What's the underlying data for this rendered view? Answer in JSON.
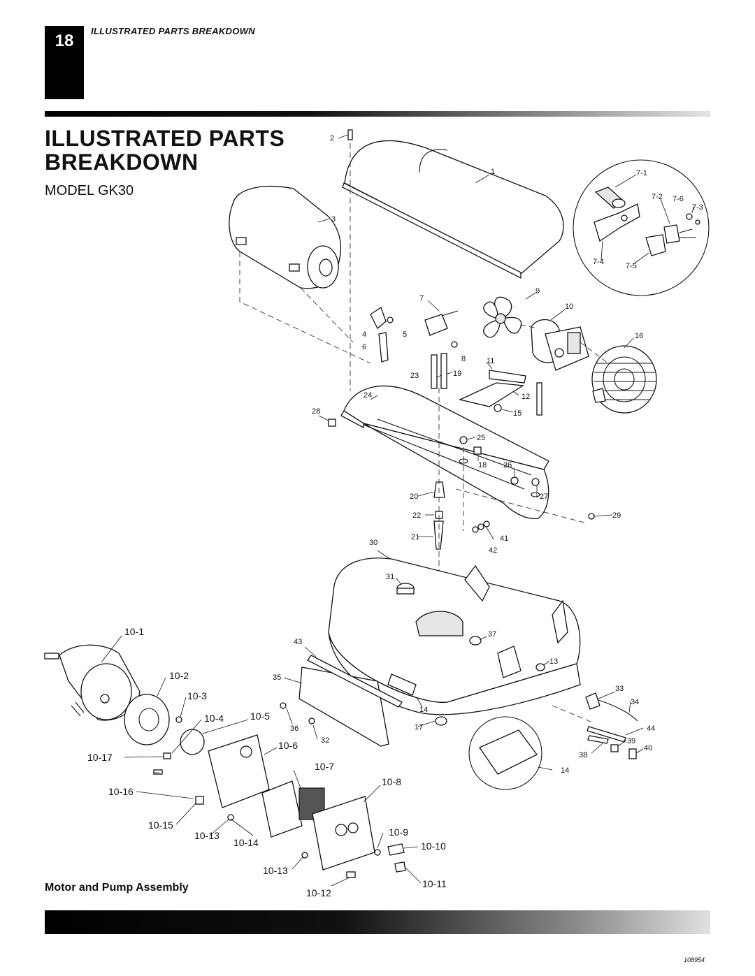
{
  "page": {
    "number": "18",
    "header": "ILLUSTRATED PARTS BREAKDOWN",
    "title": "ILLUSTRATED PARTS BREAKDOWN",
    "model": "MODEL GK30",
    "section_caption": "Motor and Pump Assembly",
    "figure_number": "108954"
  },
  "labels": {
    "main": [
      "1",
      "2",
      "3",
      "4",
      "5",
      "6",
      "7",
      "8",
      "9",
      "10",
      "11",
      "12",
      "13",
      "14",
      "14",
      "14",
      "15",
      "16",
      "17",
      "18",
      "19",
      "20",
      "21",
      "22",
      "23",
      "24",
      "25",
      "26",
      "27",
      "28",
      "29",
      "30",
      "31",
      "32",
      "33",
      "34",
      "35",
      "36",
      "37",
      "38",
      "39",
      "40",
      "41",
      "42",
      "43",
      "44"
    ],
    "inset": [
      "7-1",
      "7-2",
      "7-3",
      "7-4",
      "7-5",
      "7-6"
    ],
    "motor_pump": [
      "10-1",
      "10-2",
      "10-3",
      "10-4",
      "10-5",
      "10-6",
      "10-7",
      "10-8",
      "10-9",
      "10-10",
      "10-11",
      "10-12",
      "10-13",
      "10-13",
      "10-14",
      "10-15",
      "10-16",
      "10-17"
    ]
  }
}
